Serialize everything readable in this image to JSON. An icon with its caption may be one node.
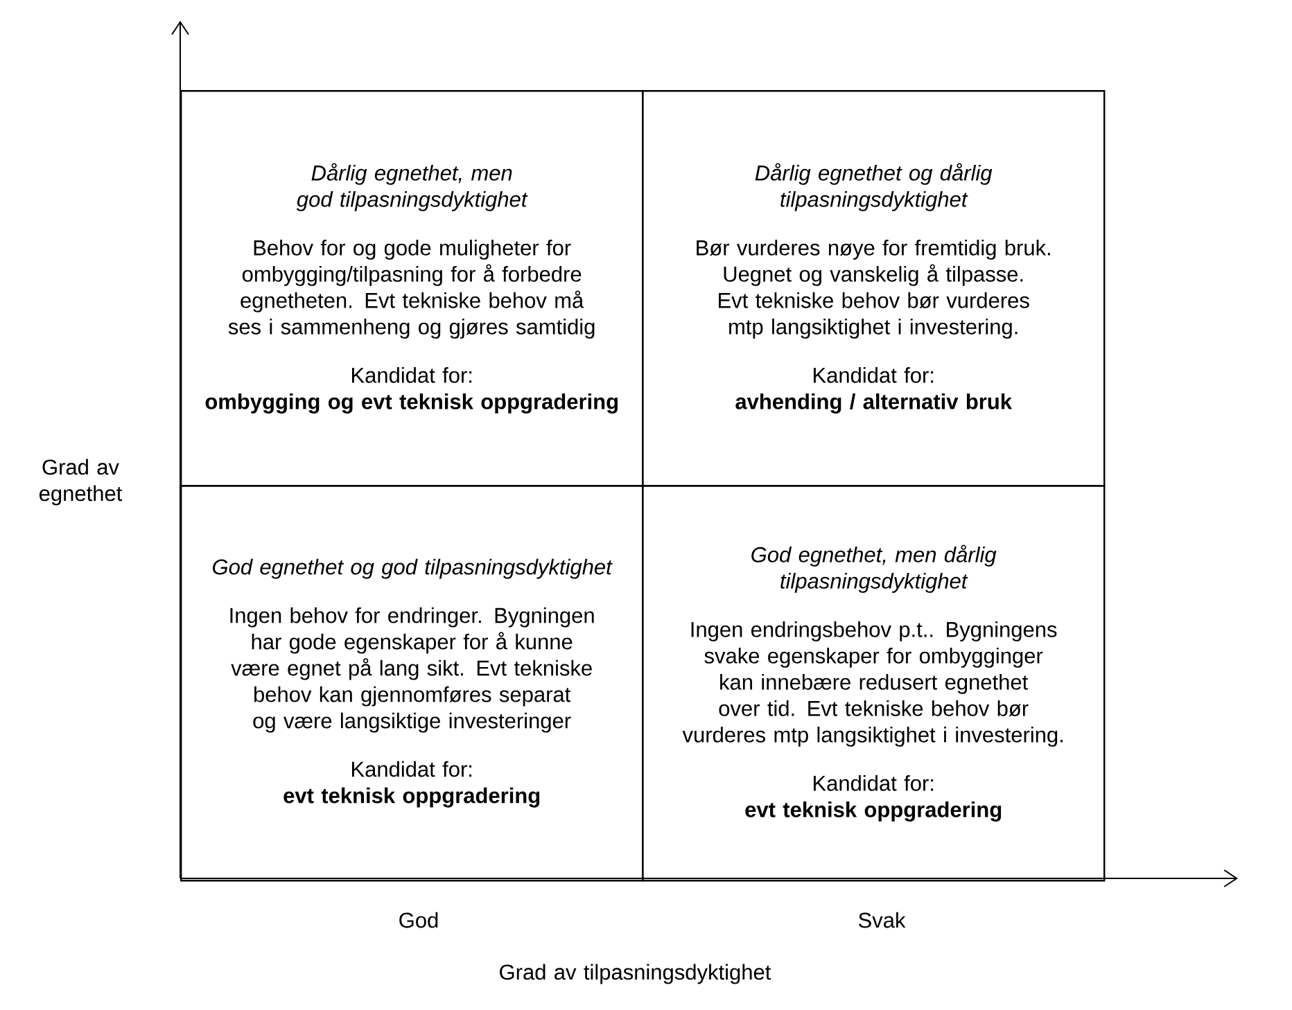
{
  "diagram": {
    "nodes": [
      {
        "text": [
          "Dårlig egnethet, men god tilpasningsdyktighet",
          "Behov for og gode muligheter for ombygging/tilpasning for å forbedre egnetheten. Evt tekniske behov må ses i sammenheng og gjøres samtidig",
          "Kandidat for:",
          "ombygging og evt teknisk oppgradering"
        ]
      },
      {
        "text": [
          "Dårlig egnethet og dårlig tilpasningsdyktighet",
          "Bør vurderes nøye for fremtidig bruk. Uegnet og vanskelig å tilpasse. Evt tekniske behov bør vurderes mtp langsiktighet i investering.",
          "Kandidat for:",
          "avhending / alternativ bruk"
        ]
      },
      {
        "text": [
          "God egnethet og god tilpasningsdyktighet",
          "Ingen behov for endringer. Bygningen har gode egenskaper for å kunne være egnet på lang sikt. Evt tekniske behov kan gjennomføres separat og være langsiktige investeringer",
          "Kandidat for:",
          "evt teknisk oppgradering"
        ]
      },
      {
        "text": [
          "God egnethet, men dårlig tilpasningsdyktighet",
          "Ingen endringsbehov p.t.. Bygningens svake egenskaper for ombygginger kan innebære redusert egnethet over tid. Evt tekniske behov bør vurderes mtp langsiktighet i investering.",
          "Kandidat for:",
          "evt teknisk oppgradering"
        ]
      }
    ],
    "labels": [
      "Grad av egnethet",
      "God",
      "Svak",
      "Grad av tilpasningsdyktighet"
    ]
  }
}
